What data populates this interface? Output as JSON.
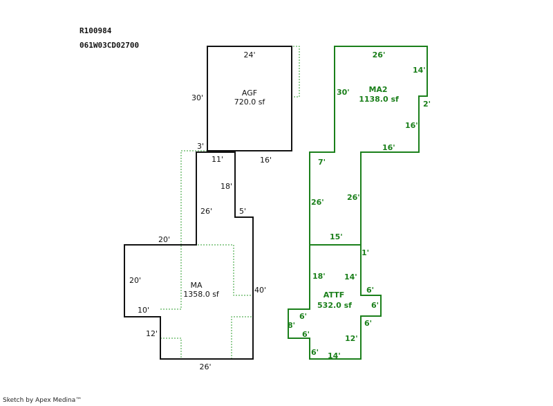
{
  "header": {
    "parcel_id": "R100984",
    "account": "061W03CD02700"
  },
  "footer": "Sketch by Apex Medina™",
  "areas": [
    {
      "code": "AGF",
      "area": "720.0 sf"
    },
    {
      "code": "MA",
      "area": "1358.0 sf"
    },
    {
      "code": "MA2",
      "area": "1138.0 sf"
    },
    {
      "code": "ATTF",
      "area": "532.0 sf"
    }
  ],
  "dims": {
    "agf_top": "24'",
    "agf_left": "30'",
    "agf_3": "3'",
    "ma_11": "11'",
    "ma_16": "16'",
    "ma_18": "18'",
    "ma_26a": "26'",
    "ma_5": "5'",
    "ma_20top": "20'",
    "ma_20left": "20'",
    "ma_40": "40'",
    "ma_10": "10'",
    "ma_12": "12'",
    "ma_26bot": "26'",
    "m2_26top": "26'",
    "m2_14": "14'",
    "m2_30": "30'",
    "m2_2": "2'",
    "m2_16a": "16'",
    "m2_16b": "16'",
    "m2_7": "7'",
    "m2_26a": "26'",
    "m2_26b": "26'",
    "m2_15": "15'",
    "at_1": "1'",
    "at_18": "18'",
    "at_14a": "14'",
    "at_6a": "6'",
    "at_6b": "6'",
    "at_6c": "6'",
    "at_6d": "6'",
    "at_8": "8'",
    "at_6e": "6'",
    "at_12": "12'",
    "at_6f": "6'",
    "at_14b": "14'"
  },
  "colors": {
    "outline": "#111111",
    "green": "#1a7f1a"
  }
}
